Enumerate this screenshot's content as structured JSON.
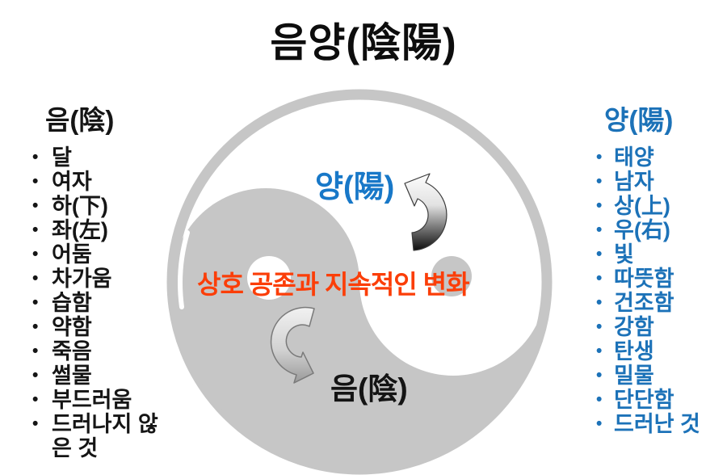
{
  "title": "음양(陰陽)",
  "left_column": {
    "heading": "음(陰)",
    "bullet": "•",
    "items": [
      "달",
      "여자",
      "하(下)",
      "좌(左)",
      "어둠",
      "차가움",
      "습함",
      "약함",
      "죽음",
      "썰물",
      "부드러움",
      "드러나지 않은 것"
    ]
  },
  "right_column": {
    "heading": "양(陽)",
    "bullet": "•",
    "items": [
      "태양",
      "남자",
      "상(上)",
      "우(右)",
      "빛",
      "따뜻함",
      "건조함",
      "강함",
      "탄생",
      "밀물",
      "단단함",
      "드러난 것"
    ]
  },
  "diagram": {
    "symbol": "yin-yang",
    "yang_label": "양(陽)",
    "yin_label": "음(陰)",
    "center_caption": "상호 공존과 지속적인 변화",
    "colors": {
      "gray": "#c6c6c6",
      "yang_blue": "#1878c8",
      "list_blue": "#1c72b8",
      "caption_red": "#fb3e08",
      "text_black": "#151515"
    }
  }
}
